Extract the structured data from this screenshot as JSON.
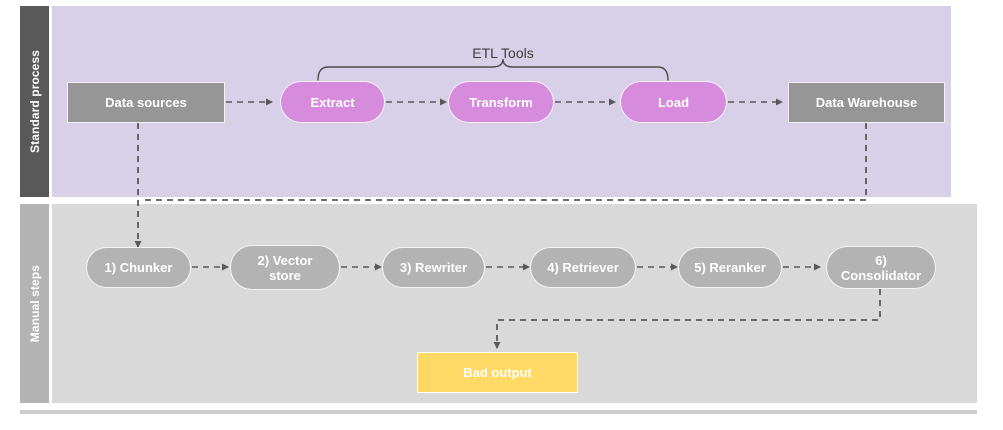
{
  "diagram": {
    "title": "ETL and manual RAG pipeline swimlane diagram",
    "colors": {
      "lane_top_header_bg": "#595959",
      "lane_top_body_bg": "#d8d0e8",
      "lane_bottom_header_bg": "#b3b3b3",
      "lane_bottom_body_bg": "#d9d9d9",
      "grey_node": "#969696",
      "pink_node": "#d68bdd",
      "grey_pill_node": "#b3b3b3",
      "yellow_node": "#ffd966",
      "connector": "#595959",
      "text_dark": "#3c3c3c",
      "text_light": "#ffffff"
    },
    "lanes": [
      {
        "id": "standard-process",
        "label": "Standard process"
      },
      {
        "id": "manual-steps",
        "label": "Manual steps"
      }
    ],
    "annotations": [
      {
        "id": "etl-tools",
        "label": "ETL Tools"
      }
    ],
    "top_nodes": [
      {
        "id": "data-sources",
        "label": "Data sources",
        "shape": "rect",
        "style": "grey-rect"
      },
      {
        "id": "extract",
        "label": "Extract",
        "shape": "pill",
        "style": "pink-pill"
      },
      {
        "id": "transform",
        "label": "Transform",
        "shape": "pill",
        "style": "pink-pill"
      },
      {
        "id": "load",
        "label": "Load",
        "shape": "pill",
        "style": "pink-pill"
      },
      {
        "id": "data-warehouse",
        "label": "Data Warehouse",
        "shape": "rect",
        "style": "grey-rect"
      }
    ],
    "bottom_nodes": [
      {
        "id": "chunker",
        "label": "1) Chunker",
        "shape": "pill",
        "style": "grey-pill"
      },
      {
        "id": "vector-store",
        "label": "2) Vector store",
        "shape": "pill",
        "style": "grey-pill"
      },
      {
        "id": "rewriter",
        "label": "3) Rewriter",
        "shape": "pill",
        "style": "grey-pill"
      },
      {
        "id": "retriever",
        "label": "4) Retriever",
        "shape": "pill",
        "style": "grey-pill"
      },
      {
        "id": "reranker",
        "label": "5) Reranker",
        "shape": "pill",
        "style": "grey-pill"
      },
      {
        "id": "consolidator",
        "label": "6) Consolidator",
        "shape": "pill",
        "style": "grey-pill"
      }
    ],
    "output_nodes": [
      {
        "id": "bad-output",
        "label": "Bad output",
        "shape": "rect",
        "style": "yellow-rect"
      }
    ]
  }
}
